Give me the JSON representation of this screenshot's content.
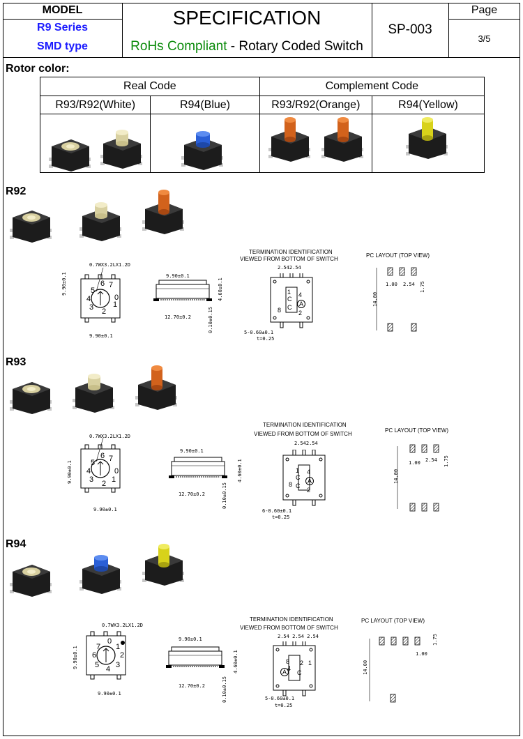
{
  "header": {
    "model_label": "MODEL",
    "series": "R9 Series",
    "type": "SMD type",
    "title": "SPECIFICATION",
    "subtitle_green": "RoHs Compliant",
    "subtitle_rest": " - Rotary Coded Switch",
    "doc_no": "SP-003",
    "page_label": "Page",
    "page_no": "3/5"
  },
  "rotor_color": {
    "heading": "Rotor color:",
    "groups": [
      "Real Code",
      "Complement Code"
    ],
    "columns": [
      "R93/R92(White)",
      "R94(Blue)",
      "R93/R92(Orange)",
      "R94(Yellow)"
    ]
  },
  "sections": [
    {
      "name": "R92",
      "width_dim": "9.90±0.1",
      "height_dim": "9.90±0.1",
      "slot": "0.7WX3.2LX1.2D",
      "side_top": "9.90±0.1",
      "side_bottom": "12.70±0.2",
      "side_h": "4.60±0.1",
      "side_t": "0.10±0.15",
      "term_title1": "TERMINATION IDENTIFICATION",
      "term_title2": "VIEWED FROM BOTTOM OF SWITCH",
      "pitch": "2.542.54",
      "pins": "5-0.60±0.1",
      "thick": "t=0.25",
      "pc_title": "PC LAYOUT (TOP VIEW)",
      "pc_w": "1.00",
      "pc_p": "2.54",
      "pc_h": "1.75",
      "pc_len": "14.00"
    },
    {
      "name": "R93",
      "width_dim": "9.90±0.1",
      "height_dim": "9.90±0.1",
      "slot": "0.7WX3.2LX1.2D",
      "side_top": "9.90±0.1",
      "side_bottom": "12.70±0.2",
      "side_h": "4.60±0.1",
      "side_t": "0.10±0.15",
      "term_title1": "TERMINATION IDENTIFICATION",
      "term_title2": "VIEWED FROM BOTTOM OF SWITCH",
      "pitch": "2.542.54",
      "pins": "6-0.60±0.1",
      "thick": "t=0.25",
      "pc_title": "PC LAYOUT (TOP VIEW)",
      "pc_w": "1.00",
      "pc_p": "2.54",
      "pc_h": "1.75",
      "pc_len": "14.00"
    },
    {
      "name": "R94",
      "width_dim": "9.90±0.1",
      "height_dim": "9.90±0.1",
      "slot": "0.7WX3.2LX1.2D",
      "side_top": "9.90±0.1",
      "side_bottom": "12.70±0.2",
      "side_h": "4.60±0.1",
      "side_t": "0.10±0.15",
      "term_title1": "TERMINATION IDENTIFICATION",
      "term_title2": "VIEWED FROM BOTTOM OF SWITCH",
      "pitch": "2.54 2.54 2.54",
      "pins": "5-0.60±0.1",
      "thick": "t=0.25",
      "pc_title": "PC LAYOUT (TOP VIEW)",
      "pc_w": "1.00",
      "pc_p": "",
      "pc_h": "1.75",
      "pc_len": "14.00"
    }
  ],
  "dial_digits": [
    "0",
    "1",
    "2",
    "3",
    "4",
    "5",
    "6",
    "7"
  ],
  "term_marks": [
    "1",
    "C",
    "4",
    "8",
    "C",
    "2",
    "A"
  ],
  "colors": {
    "series_blue": "#1a1aff",
    "rohs_green": "#0a8a0a",
    "white_rotor": "#e8e2b8",
    "blue_rotor": "#2a5fd6",
    "orange_rotor": "#d2621c",
    "yellow_rotor": "#d8d21a",
    "body": "#1c1c1c"
  }
}
